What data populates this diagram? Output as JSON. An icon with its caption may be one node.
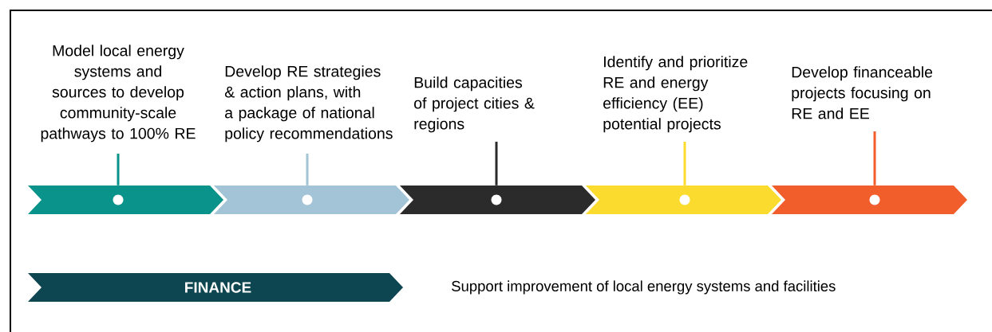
{
  "diagram": {
    "nodes": [
      {
        "text": [
          "Model local energy systems and sources to develop community-scale pathways to 100% RE"
        ]
      },
      {
        "text": [
          "Develop RE strategies & action plans, with a package of national policy recommendations"
        ]
      },
      {
        "text": [
          "Build capacities of project cities & regions"
        ]
      },
      {
        "text": [
          "Identify and prioritize RE and energy efficiency (EE) potential projects"
        ]
      },
      {
        "text": [
          "Develop financeable projects focusing on RE and EE"
        ]
      },
      {
        "text": [],
        "shape": "chevron"
      },
      {
        "text": [],
        "shape": "chevron"
      },
      {
        "text": [],
        "shape": "chevron"
      },
      {
        "text": [],
        "shape": "chevron"
      },
      {
        "text": [],
        "shape": "chevron"
      },
      {
        "text": [
          "FINANCE"
        ]
      }
    ],
    "edges": [
      {
        "from": 0,
        "to": 5,
        "arrow": "none",
        "color": "#0a938a"
      },
      {
        "from": 1,
        "to": 6,
        "arrow": "none",
        "color": "#a3c4d6"
      },
      {
        "from": 2,
        "to": 7,
        "arrow": "none",
        "color": "#2b2b2b"
      },
      {
        "from": 3,
        "to": 8,
        "arrow": "none",
        "color": "#fadb2e"
      },
      {
        "from": 4,
        "to": 9,
        "arrow": "none",
        "color": "#f15d2b"
      }
    ],
    "labels": [
      "Support improvement of local energy systems and facilities"
    ]
  }
}
